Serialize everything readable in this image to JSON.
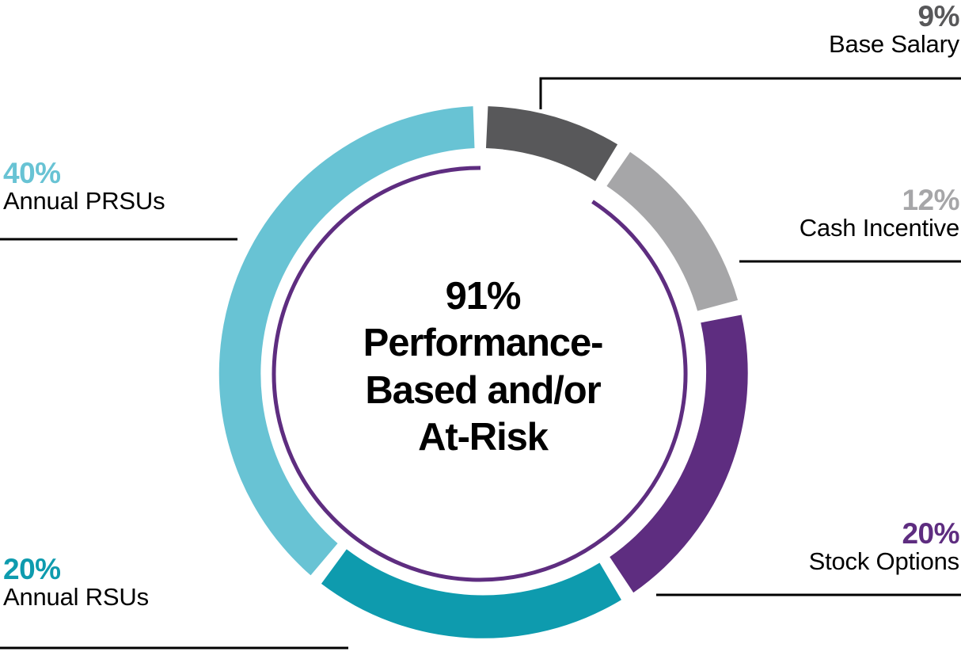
{
  "chart_data": {
    "type": "pie",
    "variant": "donut",
    "title": "",
    "center_label": {
      "lines": [
        "91%",
        "Performance-",
        "Based and/or",
        "At-Risk"
      ],
      "value": 91,
      "text": "91% Performance-Based and/or At-Risk"
    },
    "categories": [
      "Base Salary",
      "Cash Incentive",
      "Stock Options",
      "Annual RSUs",
      "Annual PRSUs"
    ],
    "values": [
      9,
      12,
      20,
      20,
      40
    ],
    "value_labels": [
      "9%",
      "12%",
      "20%",
      "20%",
      "40%"
    ],
    "colors": [
      "#58585A",
      "#A6A6A8",
      "#5E2D80",
      "#0E9BAE",
      "#68C3D4"
    ],
    "legend_position": "callouts",
    "grid": false,
    "slices": [
      {
        "id": "base-salary",
        "label": "Base Salary",
        "value_label": "9%",
        "value": 9,
        "color": "#58585A",
        "start_angle": 0,
        "end_angle": 32.4
      },
      {
        "id": "cash-incentive",
        "label": "Cash Incentive",
        "value_label": "12%",
        "value": 12,
        "color": "#A6A6A8",
        "start_angle": 32.4,
        "end_angle": 75.6
      },
      {
        "id": "stock-options",
        "label": "Stock Options",
        "value_label": "20%",
        "value": 20,
        "color": "#5E2D80",
        "start_angle": 75.6,
        "end_angle": 147.6
      },
      {
        "id": "annual-rsus",
        "label": "Annual RSUs",
        "value_label": "20%",
        "value": 20,
        "color": "#0E9BAE",
        "start_angle": 147.6,
        "end_angle": 219.6
      },
      {
        "id": "annual-prsus",
        "label": "Annual PRSUs",
        "value_label": "40%",
        "value": 40,
        "color": "#68C3D4",
        "start_angle": 219.6,
        "end_angle": 360
      }
    ],
    "inner_arc": {
      "id": "performance-arc",
      "color": "#5E2D80",
      "value": 91,
      "covers": [
        "Cash Incentive",
        "Stock Options",
        "Annual RSUs",
        "Annual PRSUs"
      ]
    }
  },
  "labels": {
    "base_salary": {
      "pct": "9%",
      "name": "Base Salary",
      "pct_color": "#58585A"
    },
    "cash_incentive": {
      "pct": "12%",
      "name": "Cash Incentive",
      "pct_color": "#A6A6A8"
    },
    "stock_options": {
      "pct": "20%",
      "name": "Stock Options",
      "pct_color": "#5E2D80"
    },
    "annual_prsus": {
      "pct": "40%",
      "name": "Annual PRSUs",
      "pct_color": "#68C3D4"
    },
    "annual_rsus": {
      "pct": "20%",
      "name": "Annual RSUs",
      "pct_color": "#0E9BAE"
    }
  },
  "center": {
    "line1": "91%",
    "line2": "Performance-",
    "line3": "Based and/or",
    "line4": "At-Risk"
  }
}
